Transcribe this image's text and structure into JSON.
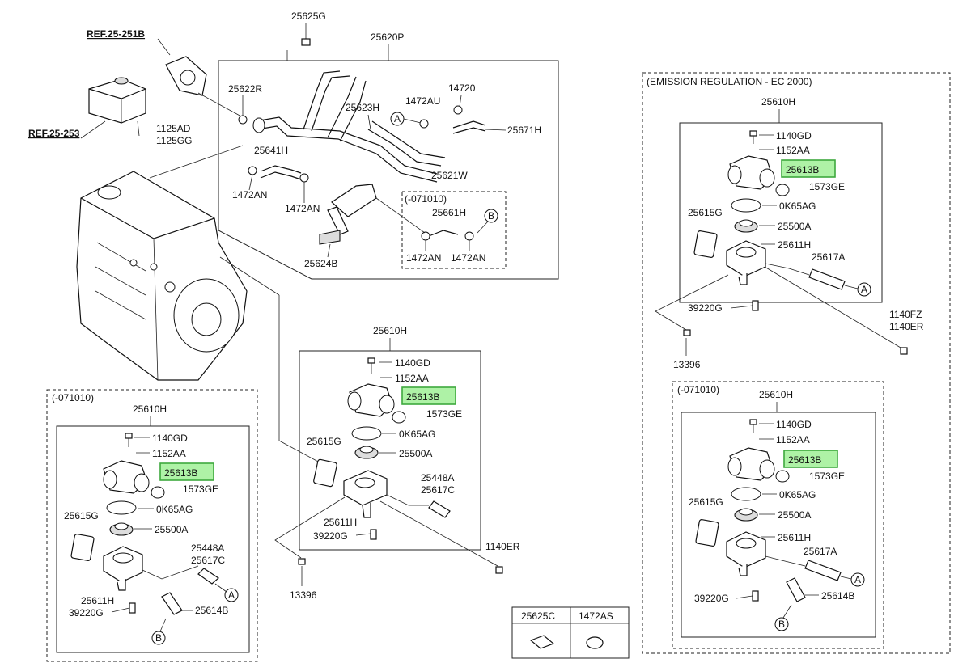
{
  "references": {
    "ref_251b": "REF.25-251B",
    "ref_253": "REF.25-253"
  },
  "top": {
    "p25625g": "25625G",
    "p25620p": "25620P",
    "p25622r": "25622R",
    "p25623h": "25623H",
    "p1472au": "1472AU",
    "p14720": "14720",
    "p25671h": "25671H",
    "p25641h": "25641H",
    "p1472an_a": "1472AN",
    "p1472an_b": "1472AN",
    "p25621w": "25621W",
    "p25624b": "25624B",
    "p1125ad": "1125AD",
    "p1125gg": "1125GG",
    "sub_title": "(-071010)",
    "p25661h": "25661H",
    "p1472an_c": "1472AN",
    "p1472an_d": "1472AN",
    "tag_a": "A",
    "tag_b": "B"
  },
  "center": {
    "p25610h": "25610H",
    "p1140gd": "1140GD",
    "p1152aa": "1152AA",
    "p25613b": "25613B",
    "p1573ge": "1573GE",
    "p0k65ag": "0K65AG",
    "p25615g": "25615G",
    "p25500a": "25500A",
    "p25448a": "25448A",
    "p25617c": "25617C",
    "p25611h": "25611H",
    "p39220g": "39220G",
    "p1140er": "1140ER",
    "p13396": "13396"
  },
  "left": {
    "title": "(-071010)",
    "p25610h": "25610H",
    "p1140gd": "1140GD",
    "p1152aa": "1152AA",
    "p25613b": "25613B",
    "p1573ge": "1573GE",
    "p0k65ag": "0K65AG",
    "p25615g": "25615G",
    "p25500a": "25500A",
    "p25448a": "25448A",
    "p25617c": "25617C",
    "p25611h": "25611H",
    "p39220g": "39220G",
    "p25614b": "25614B",
    "tag_a": "A",
    "tag_b": "B"
  },
  "right": {
    "title": "(EMISSION REGULATION - EC 2000)",
    "p25610h": "25610H",
    "p1140gd": "1140GD",
    "p1152aa": "1152AA",
    "p25613b": "25613B",
    "p1573ge": "1573GE",
    "p0k65ag": "0K65AG",
    "p25615g": "25615G",
    "p25500a": "25500A",
    "p25611h": "25611H",
    "p25617a": "25617A",
    "p39220g": "39220G",
    "p1140fz": "1140FZ",
    "p1140er": "1140ER",
    "p13396": "13396",
    "tag_a": "A"
  },
  "right_lower": {
    "title": "(-071010)",
    "p25610h": "25610H",
    "p1140gd": "1140GD",
    "p1152aa": "1152AA",
    "p25613b": "25613B",
    "p1573ge": "1573GE",
    "p0k65ag": "0K65AG",
    "p25615g": "25615G",
    "p25500a": "25500A",
    "p25611h": "25611H",
    "p25617a": "25617A",
    "p39220g": "39220G",
    "p25614b": "25614B",
    "tag_a": "A",
    "tag_b": "B"
  },
  "legend": {
    "col1": "25625C",
    "col2": "1472AS"
  },
  "colors": {
    "highlight_fill": "#aef2a6",
    "highlight_stroke": "#3ea83e",
    "line": "#222222"
  }
}
